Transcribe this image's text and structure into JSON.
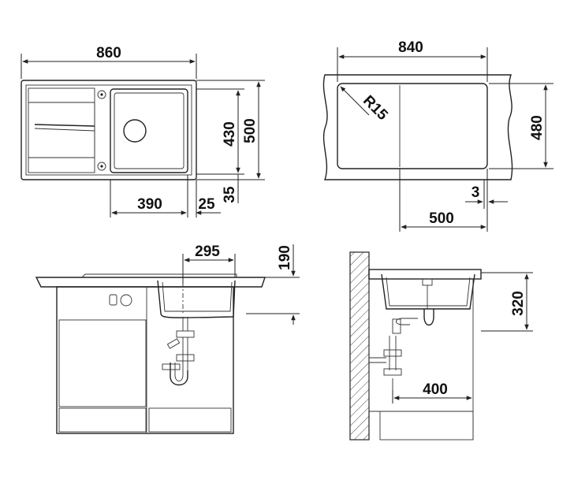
{
  "dimensions": {
    "sink_width": "860",
    "sink_depth": "500",
    "bowl_depth": "430",
    "back_edge": "35",
    "bowl_width": "390",
    "bowl_offset": "25",
    "cutout_width": "840",
    "cutout_depth": "480",
    "corner_radius": "R15",
    "cutout_offset": "3",
    "drain_offset": "500",
    "drain_center": "295",
    "bowl_height": "190",
    "siphon_height": "320",
    "siphon_distance": "400"
  },
  "colors": {
    "line": "#222222",
    "background": "#ffffff"
  }
}
